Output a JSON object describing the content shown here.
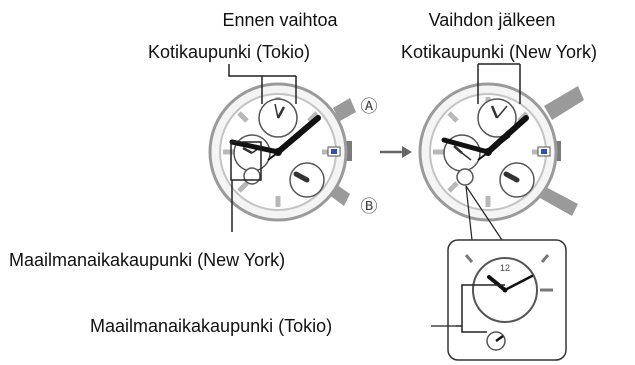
{
  "labels": {
    "before_header": "Ennen vaihtoa",
    "before_home": "Kotikaupunki (Tokio)",
    "after_header": "Vaihdon jälkeen",
    "after_home": "Kotikaupunki (New York)",
    "world_ny": "Maailmanaikakaupunki (New York)",
    "world_tokyo": "Maailmanaikakaupunki (Tokio)"
  },
  "markers": {
    "button_a": "Ⓐ",
    "button_b": "Ⓑ",
    "inset_twelve": "12",
    "arrow": "→"
  },
  "colors": {
    "line": "#222222",
    "watch_fill": "#f4f4f4",
    "watch_stroke": "#9a9a9a",
    "crown": "#7a7a7a",
    "date_window": "#3a4fa0"
  }
}
